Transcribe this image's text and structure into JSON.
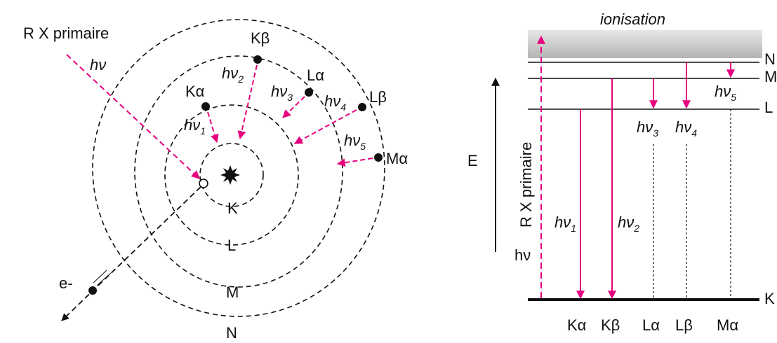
{
  "atom_diagram": {
    "incident_label": "R X primaire",
    "incident_energy": "hν",
    "electron_label": "e-",
    "shells": [
      "K",
      "L",
      "M",
      "N"
    ],
    "emitters": [
      {
        "line": "Kα",
        "energy": "hν",
        "sub": "1"
      },
      {
        "line": "Kβ",
        "energy": "hν",
        "sub": "2"
      },
      {
        "line": "Lα",
        "energy": "hν",
        "sub": "3"
      },
      {
        "line": "Lβ",
        "energy": "hν",
        "sub": "4"
      },
      {
        "line": "Mα",
        "energy": "hν",
        "sub": "5"
      }
    ]
  },
  "level_diagram": {
    "ionisation_label": "ionisation",
    "energy_axis_label": "E",
    "incident_label": "R X primaire",
    "incident_energy": "hν",
    "levels": [
      "N",
      "M",
      "L",
      "K"
    ],
    "transitions": [
      {
        "line": "Kα",
        "energy": "hν",
        "sub": "1"
      },
      {
        "line": "Kβ",
        "energy": "hν",
        "sub": "2"
      },
      {
        "line": "Lα",
        "energy": "hν",
        "sub": "3"
      },
      {
        "line": "Lβ",
        "energy": "hν",
        "sub": "4"
      },
      {
        "line": "Mα",
        "energy": "hν",
        "sub": "5"
      }
    ]
  },
  "colors": {
    "emission": "#e6007e",
    "ink": "#111111"
  }
}
